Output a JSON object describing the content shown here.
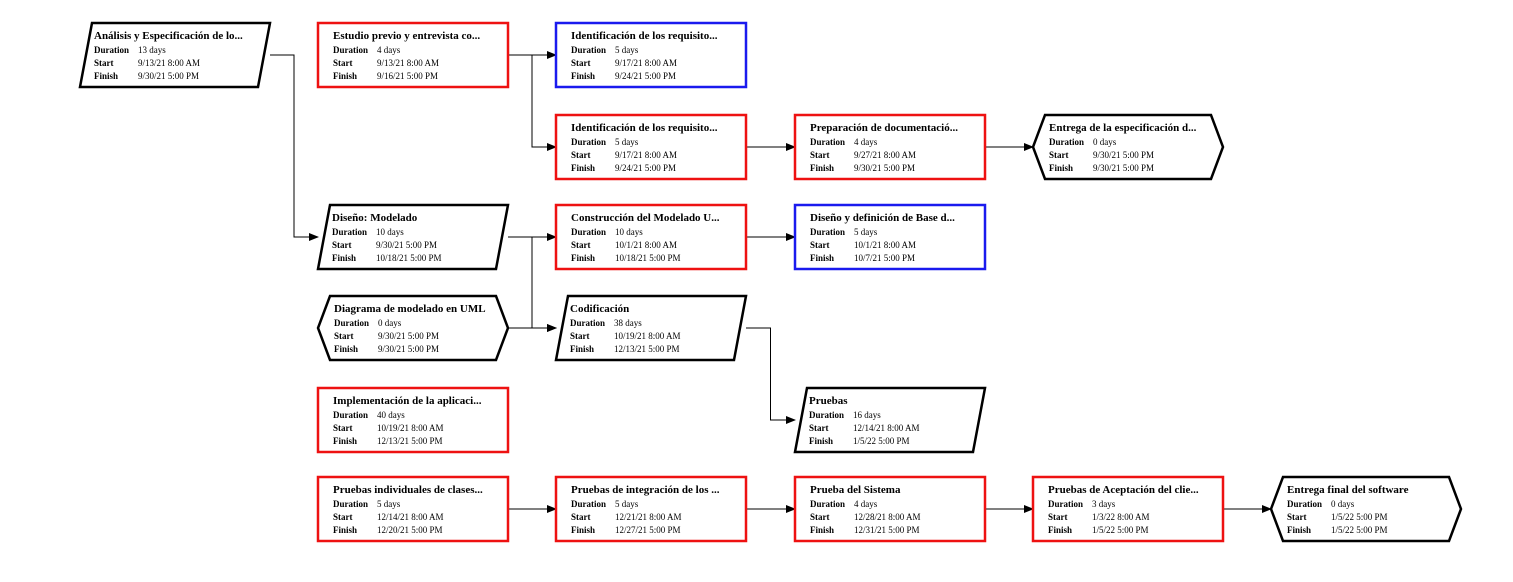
{
  "labels": {
    "duration": "Duration",
    "start": "Start",
    "finish": "Finish"
  },
  "colors": {
    "critical": "#ee1111",
    "normal": "#1a1aee",
    "summary": "#000000",
    "milestone": "#000000",
    "link": "#000000"
  },
  "nodes": [
    {
      "id": "analisis",
      "kind": "summary",
      "title": "Análisis y Especificación de lo...",
      "duration": "13 days",
      "start": "9/13/21 8:00 AM",
      "finish": "9/30/21 5:00 PM"
    },
    {
      "id": "estudio",
      "kind": "critical",
      "title": "Estudio previo y entrevista co...",
      "duration": "4 days",
      "start": "9/13/21 8:00 AM",
      "finish": "9/16/21 5:00 PM"
    },
    {
      "id": "ident1",
      "kind": "normal",
      "title": "Identificación de los requisito...",
      "duration": "5 days",
      "start": "9/17/21 8:00 AM",
      "finish": "9/24/21 5:00 PM"
    },
    {
      "id": "ident2",
      "kind": "critical",
      "title": "Identificación de los requisito...",
      "duration": "5 days",
      "start": "9/17/21 8:00 AM",
      "finish": "9/24/21 5:00 PM"
    },
    {
      "id": "prep",
      "kind": "critical",
      "title": "Preparación de documentació...",
      "duration": "4 days",
      "start": "9/27/21 8:00 AM",
      "finish": "9/30/21 5:00 PM"
    },
    {
      "id": "entrega_esp",
      "kind": "milestone",
      "title": "Entrega de la especificación d...",
      "duration": "0 days",
      "start": "9/30/21 5:00 PM",
      "finish": "9/30/21 5:00 PM"
    },
    {
      "id": "diseno",
      "kind": "summary",
      "title": "Diseño: Modelado",
      "duration": "10 days",
      "start": "9/30/21 5:00 PM",
      "finish": "10/18/21 5:00 PM"
    },
    {
      "id": "construccion",
      "kind": "critical",
      "title": "Construcción del Modelado U...",
      "duration": "10 days",
      "start": "10/1/21 8:00 AM",
      "finish": "10/18/21 5:00 PM"
    },
    {
      "id": "diseno_bd",
      "kind": "normal",
      "title": "Diseño y definición de Base d...",
      "duration": "5 days",
      "start": "10/1/21 8:00 AM",
      "finish": "10/7/21 5:00 PM"
    },
    {
      "id": "diagrama",
      "kind": "milestone",
      "title": "Diagrama de modelado en UML",
      "duration": "0 days",
      "start": "9/30/21 5:00 PM",
      "finish": "9/30/21 5:00 PM"
    },
    {
      "id": "codificacion",
      "kind": "summary",
      "title": "Codificación",
      "duration": "38 days",
      "start": "10/19/21 8:00 AM",
      "finish": "12/13/21 5:00 PM"
    },
    {
      "id": "implementacion",
      "kind": "critical",
      "title": "Implementación de la aplicaci...",
      "duration": "40 days",
      "start": "10/19/21 8:00 AM",
      "finish": "12/13/21 5:00 PM"
    },
    {
      "id": "pruebas",
      "kind": "summary",
      "title": "Pruebas",
      "duration": "16 days",
      "start": "12/14/21 8:00 AM",
      "finish": "1/5/22 5:00 PM"
    },
    {
      "id": "pr_indiv",
      "kind": "critical",
      "title": "Pruebas individuales de clases...",
      "duration": "5 days",
      "start": "12/14/21 8:00 AM",
      "finish": "12/20/21 5:00 PM"
    },
    {
      "id": "pr_integ",
      "kind": "critical",
      "title": "Pruebas de integración de los ...",
      "duration": "5 days",
      "start": "12/21/21 8:00 AM",
      "finish": "12/27/21 5:00 PM"
    },
    {
      "id": "pr_sist",
      "kind": "critical",
      "title": "Prueba del Sistema",
      "duration": "4 days",
      "start": "12/28/21 8:00 AM",
      "finish": "12/31/21 5:00 PM"
    },
    {
      "id": "pr_acept",
      "kind": "critical",
      "title": "Pruebas de Aceptación del clie...",
      "duration": "3 days",
      "start": "1/3/22 8:00 AM",
      "finish": "1/5/22 5:00 PM"
    },
    {
      "id": "entrega_final",
      "kind": "milestone",
      "title": "Entrega final del software",
      "duration": "0 days",
      "start": "1/5/22 5:00 PM",
      "finish": "1/5/22 5:00 PM"
    }
  ],
  "links": [
    {
      "from": "analisis",
      "to": "diseno"
    },
    {
      "from": "estudio",
      "to": "ident1"
    },
    {
      "from": "estudio",
      "to": "ident2"
    },
    {
      "from": "ident2",
      "to": "prep"
    },
    {
      "from": "prep",
      "to": "entrega_esp"
    },
    {
      "from": "diseno",
      "to": "construccion"
    },
    {
      "from": "diseno",
      "to": "codificacion"
    },
    {
      "from": "diagrama",
      "to": "codificacion"
    },
    {
      "from": "construccion",
      "to": "diseno_bd"
    },
    {
      "from": "codificacion",
      "to": "pruebas"
    },
    {
      "from": "pr_indiv",
      "to": "pr_integ"
    },
    {
      "from": "pr_integ",
      "to": "pr_sist"
    },
    {
      "from": "pr_sist",
      "to": "pr_acept"
    },
    {
      "from": "pr_acept",
      "to": "entrega_final"
    }
  ]
}
